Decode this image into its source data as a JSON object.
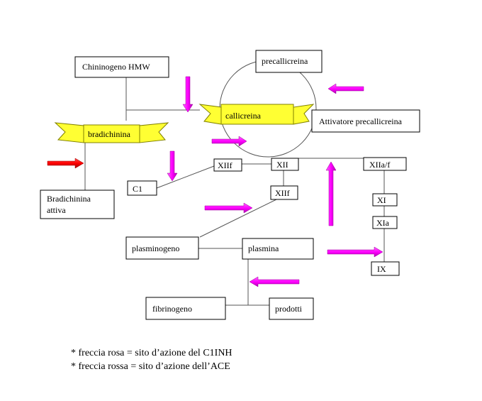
{
  "nodes": {
    "chininogeno": "Chininogeno HMW",
    "precallicreina": "precallicreina",
    "callicreina": "callicreina",
    "bradichinina": "bradichinina",
    "attivatore": "Attivatore precallicreina",
    "xiif_top": "XIIf",
    "xii": "XII",
    "xiiaf": "XIIa/f",
    "c1": "C1",
    "bradichinina_attiva_line1": "Bradichinina",
    "bradichinina_attiva_line2": "attiva",
    "xiif_mid": "XIIf",
    "xi": "XI",
    "xia": "XIa",
    "plasminogeno": "plasminogeno",
    "plasmina": "plasmina",
    "ix": "IX",
    "fibrinogeno": "fibrinogeno",
    "prodotti": "prodotti"
  },
  "legend": {
    "line1": "* freccia rosa = sito d’azione del C1INH",
    "line2": "* freccia rossa = sito d’azione dell’ACE"
  },
  "colors": {
    "pink_arrow": "#ff00ff",
    "red_arrow": "#ff0000",
    "ribbon_fill": "#ffff33"
  }
}
